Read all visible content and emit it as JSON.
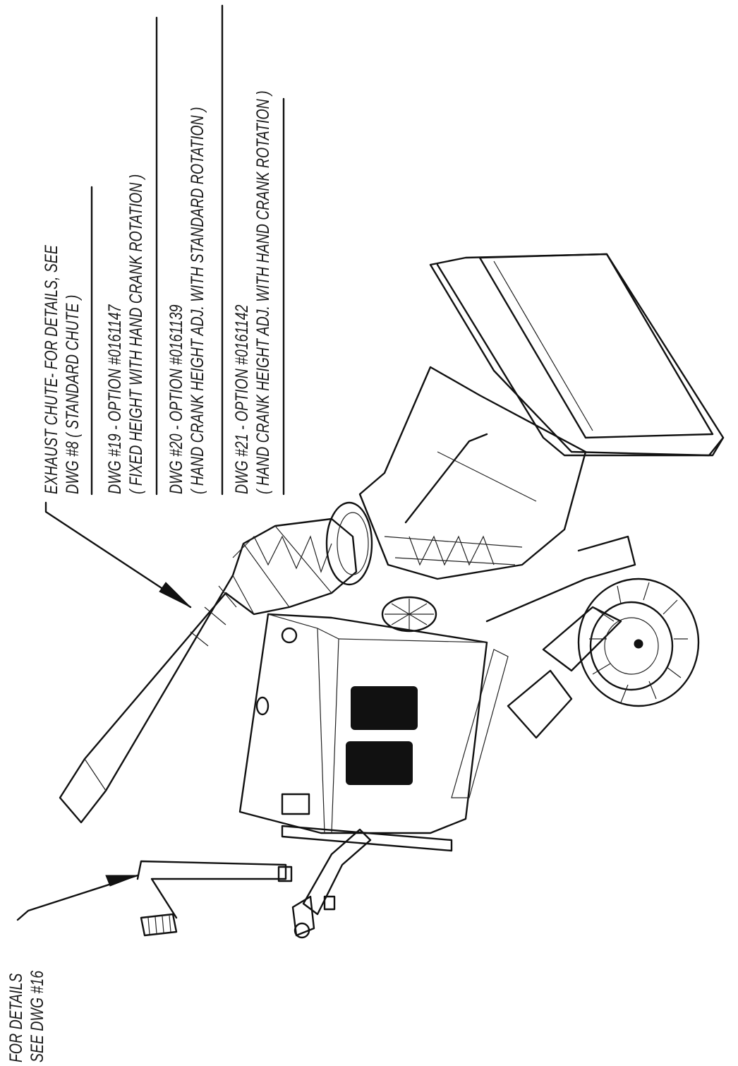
{
  "callouts": {
    "exhaust_chute": {
      "line1": "EXHAUST CHUTE- FOR DETAILS, SEE",
      "line2": "DWG #8 ( STANDARD CHUTE )"
    },
    "options": [
      {
        "line1": "DWG #19  -  OPTION #0161147",
        "line2": "( FIXED HEIGHT  WITH HAND CRANK ROTATION )"
      },
      {
        "line1": "DWG #20  -  OPTION #0161139",
        "line2": "( HAND CRANK HEIGHT ADJ. WITH STANDARD ROTATION )"
      },
      {
        "line1": "DWG #21  -  OPTION #0161142",
        "line2": "( HAND CRANK HEIGHT ADJ. WITH HAND CRANK ROTATION )"
      }
    ],
    "hand_crank": {
      "line1": "FOR DETAILS",
      "line2": "SEE DWG #16"
    }
  }
}
